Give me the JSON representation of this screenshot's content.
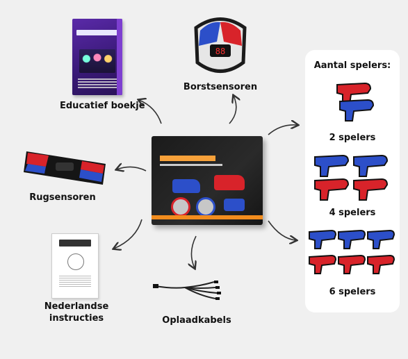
{
  "labels": {
    "booklet": "Educatief boekje",
    "chest_sensors": "Borstsensoren",
    "back_sensors": "Rugsensoren",
    "instructions_line1": "Nederlandse",
    "instructions_line2": "instructies",
    "charging_cables": "Oplaadkabels"
  },
  "players_panel": {
    "title": "Aantal spelers:",
    "options": [
      {
        "label": "2 spelers"
      },
      {
        "label": "4 spelers"
      },
      {
        "label": "6 spelers"
      }
    ]
  },
  "colors": {
    "background": "#f0f0f0",
    "panel": "#ffffff",
    "gun_red": "#d8232a",
    "gun_blue": "#2c4fc9",
    "box_accent": "#f28c1d",
    "arrow": "#333333"
  }
}
